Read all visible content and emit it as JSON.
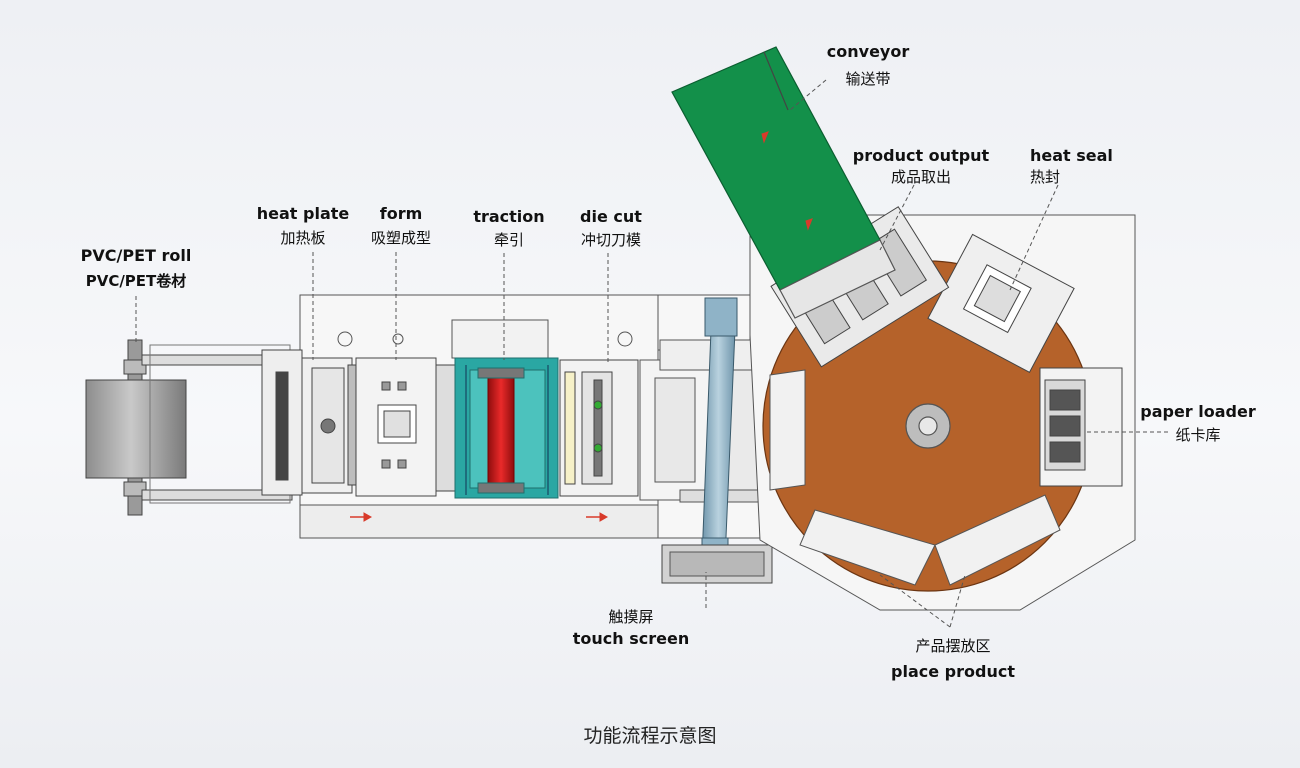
{
  "labels": {
    "pvc_roll": {
      "en": "PVC/PET roll",
      "zh": "PVC/PET卷材"
    },
    "heat_plate": {
      "en": "heat plate",
      "zh": "加热板"
    },
    "form": {
      "en": "form",
      "zh": "吸塑成型"
    },
    "traction": {
      "en": "traction",
      "zh": "牵引"
    },
    "die_cut": {
      "en": "die cut",
      "zh": "冲切刀模"
    },
    "conveyor": {
      "en": "conveyor",
      "zh": "输送带"
    },
    "product_output": {
      "en": "product output",
      "zh": "成品取出"
    },
    "heat_seal": {
      "en": "heat seal",
      "zh": "热封"
    },
    "paper_loader": {
      "en": "paper loader",
      "zh": "纸卡库"
    },
    "touch_screen": {
      "en": "touch screen",
      "zh": "触摸屏"
    },
    "place_product": {
      "en": "place product",
      "zh": "产品摆放区"
    }
  },
  "caption": "功能流程示意图",
  "colors": {
    "conveyor_green": "#13904a",
    "turntable_orange": "#b5622a",
    "traction_teal": "#2aa7a3",
    "roller_red": "#d42020",
    "arm_blue": "#8fb3c7",
    "roll_gray": "#a5a5a5",
    "arrow_red": "#d83a2a"
  }
}
